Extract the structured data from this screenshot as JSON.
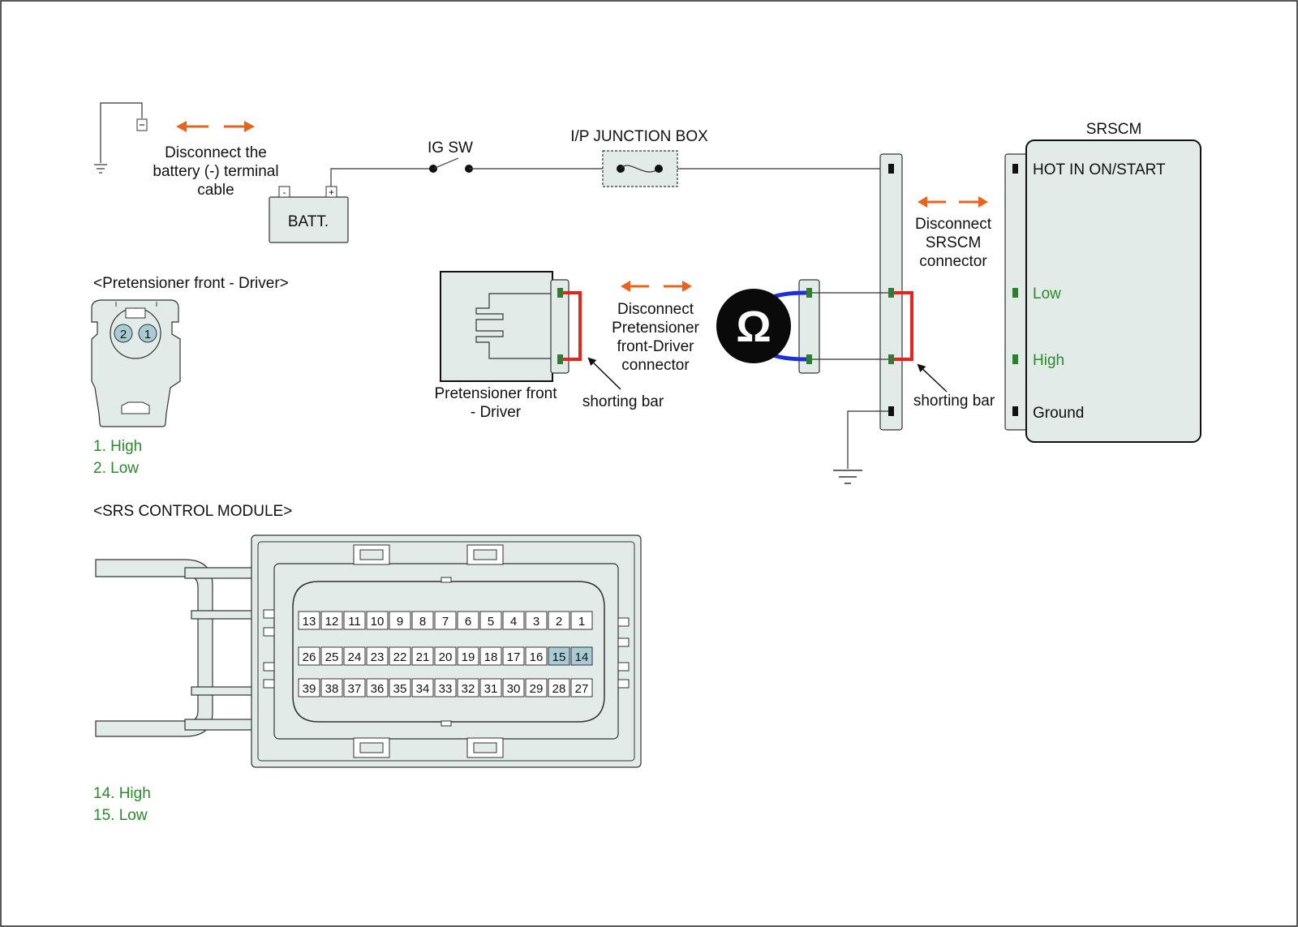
{
  "battery_section": {
    "disconnect_text": [
      "Disconnect the",
      "battery (-) terminal",
      "cable"
    ],
    "batt_label": "BATT.",
    "minus_sign": "-",
    "plus_sign": "+"
  },
  "ig_sw_label": "IG SW",
  "junction_box_label": "I/P JUNCTION BOX",
  "srscm": {
    "title": "SRSCM",
    "pins": {
      "hot": "HOT IN ON/START",
      "low": "Low",
      "high": "High",
      "ground": "Ground"
    },
    "disconnect_text": [
      "Disconnect",
      "SRSCM",
      "connector"
    ]
  },
  "pretensioner_section": {
    "heading": "<Pretensioner front - Driver>",
    "pin_numbers": [
      "2",
      "1"
    ],
    "pin_defs": [
      "1. High",
      "2. Low"
    ],
    "device_label": [
      "Pretensioner front",
      "- Driver"
    ],
    "disconnect_text": [
      "Disconnect",
      "Pretensioner",
      "front-Driver",
      "connector"
    ]
  },
  "shorting_bar_label": "shorting bar",
  "ohm_symbol": "Ω",
  "srs_module": {
    "heading": "<SRS CONTROL MODULE>",
    "rows": [
      [
        "13",
        "12",
        "11",
        "10",
        "9",
        "8",
        "7",
        "6",
        "5",
        "4",
        "3",
        "2",
        "1"
      ],
      [
        "26",
        "25",
        "24",
        "23",
        "22",
        "21",
        "20",
        "19",
        "18",
        "17",
        "16",
        "15",
        "14"
      ],
      [
        "39",
        "38",
        "37",
        "36",
        "35",
        "34",
        "33",
        "32",
        "31",
        "30",
        "29",
        "28",
        "27"
      ]
    ],
    "highlighted_pins": [
      "14",
      "15"
    ],
    "pin_defs": [
      "14. High",
      "15. Low"
    ]
  },
  "colors": {
    "accent_orange": "#e8641e",
    "pin_green": "#2e7d32",
    "label_green": "#2a8a2a",
    "shorting_red": "#e8221c",
    "probe_blue": "#1f2fd6",
    "connector_fill": "#e3ebe9",
    "pin_highlight": "#a9cbd6"
  }
}
